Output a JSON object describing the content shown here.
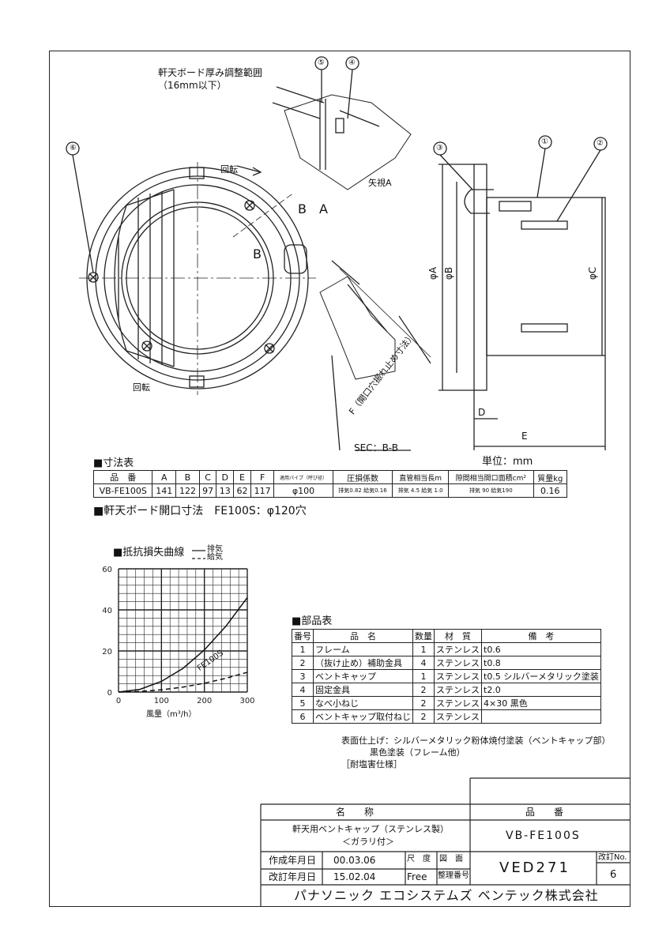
{
  "drawing": {
    "board_range_label": "軒天ボード厚み調整範囲",
    "board_range_value": "（16mm以下）",
    "rotate_label_top": "回転",
    "rotate_label_bottom": "回転",
    "view_a_label": "矢視A",
    "section_label": "SEC：B-B",
    "opening_swing_label": "F（開口穴振れ止め寸法）",
    "b_label_1": "B",
    "a_label": "A",
    "b_label_2": "B",
    "dim_phiA": "φA",
    "dim_phiB": "φB",
    "dim_phiC": "φC",
    "dim_D": "D",
    "dim_E": "E",
    "callouts": [
      "①",
      "②",
      "③",
      "④",
      "⑤",
      "⑥"
    ]
  },
  "units": "単位：mm",
  "dimension_table": {
    "title": "■寸法表",
    "headers": [
      "品　番",
      "A",
      "B",
      "C",
      "D",
      "E",
      "F",
      "適用パイプ（呼び径）",
      "圧損係数",
      "直管相当長m",
      "隙間相当開口面積cm²",
      "質量kg"
    ],
    "row": [
      "VB-FE100S",
      "141",
      "122",
      "97",
      "13",
      "62",
      "117",
      "φ100",
      "排気0.82 給気0.16",
      "排気 4.5 給気 1.0",
      "排気 90 給気190",
      "0.16"
    ]
  },
  "opening_note": "■軒天ボード開口寸法　FE100S：φ120穴",
  "resistance_chart": {
    "title": "■抵抗損失曲線",
    "legend_exhaust": "排気",
    "legend_supply": "給気",
    "xlabel": "風量（m³/h）",
    "curve_label": "FE100S"
  },
  "chart_data": {
    "type": "line",
    "title": "抵抗損失曲線",
    "xlabel": "風量（m³/h）",
    "ylabel": "",
    "xlim": [
      0,
      300
    ],
    "ylim": [
      0,
      60
    ],
    "x_ticks": [
      0,
      100,
      200,
      300
    ],
    "y_ticks": [
      0,
      20,
      40,
      60
    ],
    "grid": true,
    "series": [
      {
        "name": "排気",
        "style": "solid",
        "x": [
          0,
          50,
          100,
          150,
          200,
          250,
          300
        ],
        "y": [
          0,
          1.3,
          5.2,
          11.5,
          20.5,
          32,
          46
        ]
      },
      {
        "name": "給気",
        "style": "dashed",
        "x": [
          0,
          50,
          100,
          150,
          200,
          250,
          300
        ],
        "y": [
          0,
          0.3,
          1.1,
          2.4,
          4.3,
          6.7,
          9.6
        ]
      }
    ]
  },
  "parts_table": {
    "title": "■部品表",
    "headers": [
      "番号",
      "品　名",
      "数量",
      "材　質",
      "備　考"
    ],
    "rows": [
      [
        "1",
        "フレーム",
        "1",
        "ステンレス",
        "t0.6"
      ],
      [
        "2",
        "（抜け止め）補助金具",
        "4",
        "ステンレス",
        "t0.8"
      ],
      [
        "3",
        "ベントキャップ",
        "1",
        "ステンレス",
        "t0.5 シルバーメタリック塗装"
      ],
      [
        "4",
        "固定金具",
        "2",
        "ステンレス",
        "t2.0"
      ],
      [
        "5",
        "なべ小ねじ",
        "2",
        "ステンレス",
        "4×30 黒色"
      ],
      [
        "6",
        "ベントキャップ取付ねじ",
        "2",
        "ステンレス",
        ""
      ]
    ]
  },
  "surface_finish": {
    "line1": "表面仕上げ：シルバーメタリック粉体焼付塗装（ベントキャップ部）",
    "line2": "黒色塗装（フレーム他）",
    "line3": "［耐塩害仕様］"
  },
  "title_block": {
    "name_header": "名　　称",
    "product_header": "品　　番",
    "name_line1": "軒天用ベントキャップ（ステンレス製）",
    "name_line2": "＜ガラリ付＞",
    "product_no": "VB-FE100S",
    "created_label": "作成年月日",
    "created_date": "00.03.06",
    "revised_label": "改訂年月日",
    "revised_date": "15.02.04",
    "scale_label": "尺　度",
    "scale_value": "Free",
    "drawing_label": "図　面",
    "control_label": "整理番号",
    "drawing_no": "VED271",
    "revision_label": "改訂No.",
    "revision_no": "6",
    "company": "パナソニック エコシステムズ ベンテック株式会社"
  }
}
